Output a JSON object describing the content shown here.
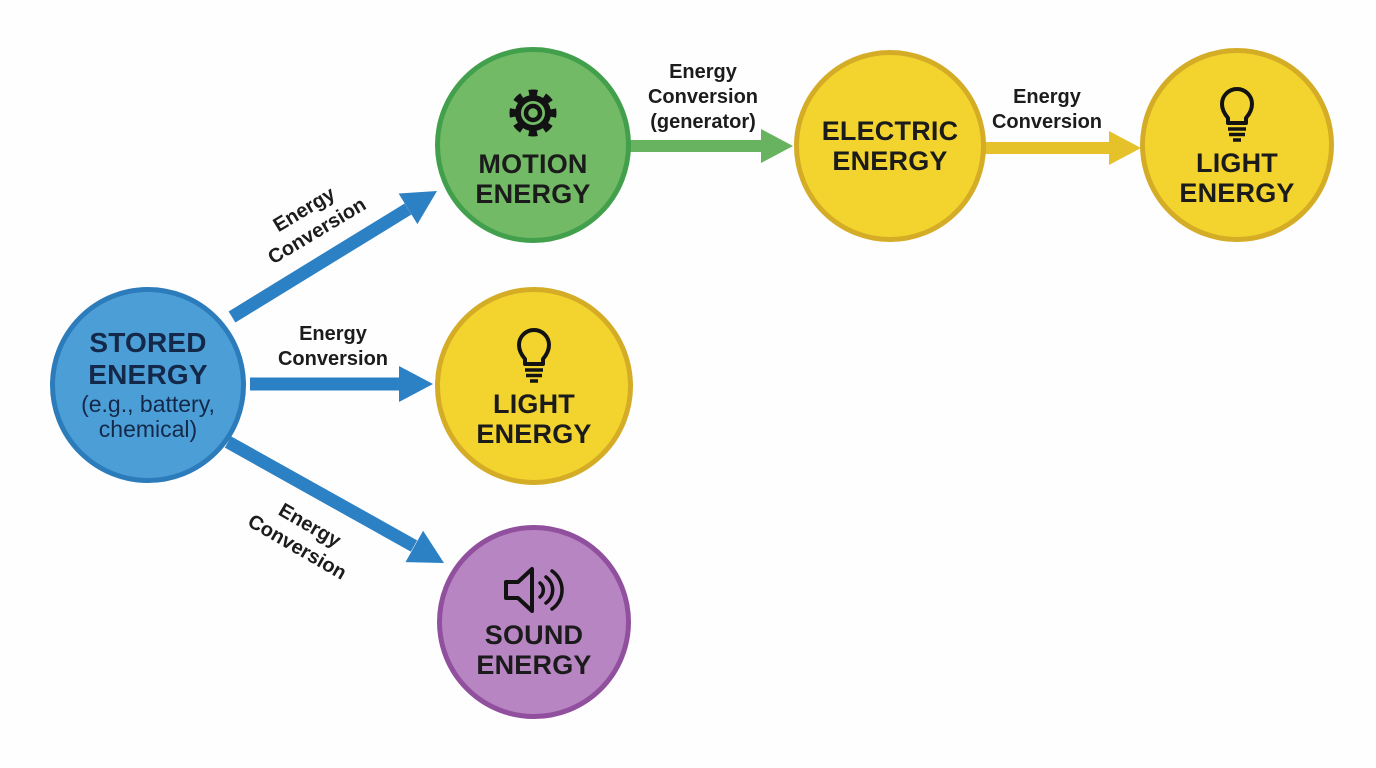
{
  "nodes": {
    "stored": {
      "title": "STORED ENERGY",
      "subtitle": "(e.g., battery, chemical)"
    },
    "motion": {
      "title": "MOTION ENERGY",
      "icon": "gear-icon"
    },
    "light_mid": {
      "title": "LIGHT ENERGY",
      "icon": "lightbulb-icon"
    },
    "sound": {
      "title": "SOUND ENERGY",
      "icon": "speaker-icon"
    },
    "electric": {
      "title": "ELECTRIC ENERGY"
    },
    "light_right": {
      "title": "LIGHT ENERGY",
      "icon": "lightbulb-icon"
    }
  },
  "edges": {
    "stored_to_motion": {
      "label": "Energy Conversion"
    },
    "stored_to_light": {
      "label": "Energy Conversion"
    },
    "stored_to_sound": {
      "label": "Energy Conversion"
    },
    "motion_to_electric": {
      "label": "Energy Conversion (generator)"
    },
    "electric_to_light": {
      "label": "Energy Conversion"
    }
  },
  "colors": {
    "stored_fill": "#4C9FD6",
    "stored_border": "#2C7CBB",
    "motion_fill": "#72BA66",
    "motion_border": "#42A04C",
    "yellow_fill": "#F3D42E",
    "yellow_border": "#D4AC25",
    "sound_fill": "#B885C3",
    "sound_border": "#91509E",
    "arrow_blue": "#2C80C4",
    "arrow_green": "#68B35F",
    "arrow_yellow": "#E6C22A",
    "text_dark": "#1B1B1B",
    "stored_text": "#14284A"
  }
}
